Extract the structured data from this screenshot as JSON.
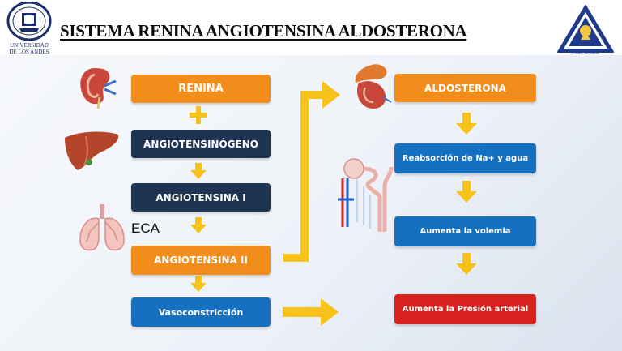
{
  "header": {
    "title": "SISTEMA RENINA ANGIOTENSINA ALDOSTERONA",
    "logo_left_text": [
      "UNIVERSIDAD",
      "DE LOS ANDES"
    ],
    "logo_right_text": "POST GRADO"
  },
  "diagram": {
    "left_column": {
      "renina": "RENINA",
      "angiotensinogeno": "ANGIOTENSINÓGENO",
      "angiotensina1": "ANGIOTENSINA I",
      "eca": "ECA",
      "angiotensina2": "ANGIOTENSINA II",
      "vasoconstriccion": "Vasoconstricción"
    },
    "right_column": {
      "aldosterona": "ALDOSTERONA",
      "reabsorcion": "Reabsorción de Na+ y agua",
      "volemia": "Aumenta la volemia",
      "presion": "Aumenta la Presión arterial"
    },
    "colors": {
      "orange": "#f28d1c",
      "navy": "#1d3552",
      "blue": "#1570c2",
      "red": "#d8211f",
      "arrow": "#f7c21a"
    },
    "icons": [
      "kidney-icon",
      "liver-icon",
      "lungs-icon",
      "adrenal-gland-icon",
      "nephron-icon"
    ]
  }
}
